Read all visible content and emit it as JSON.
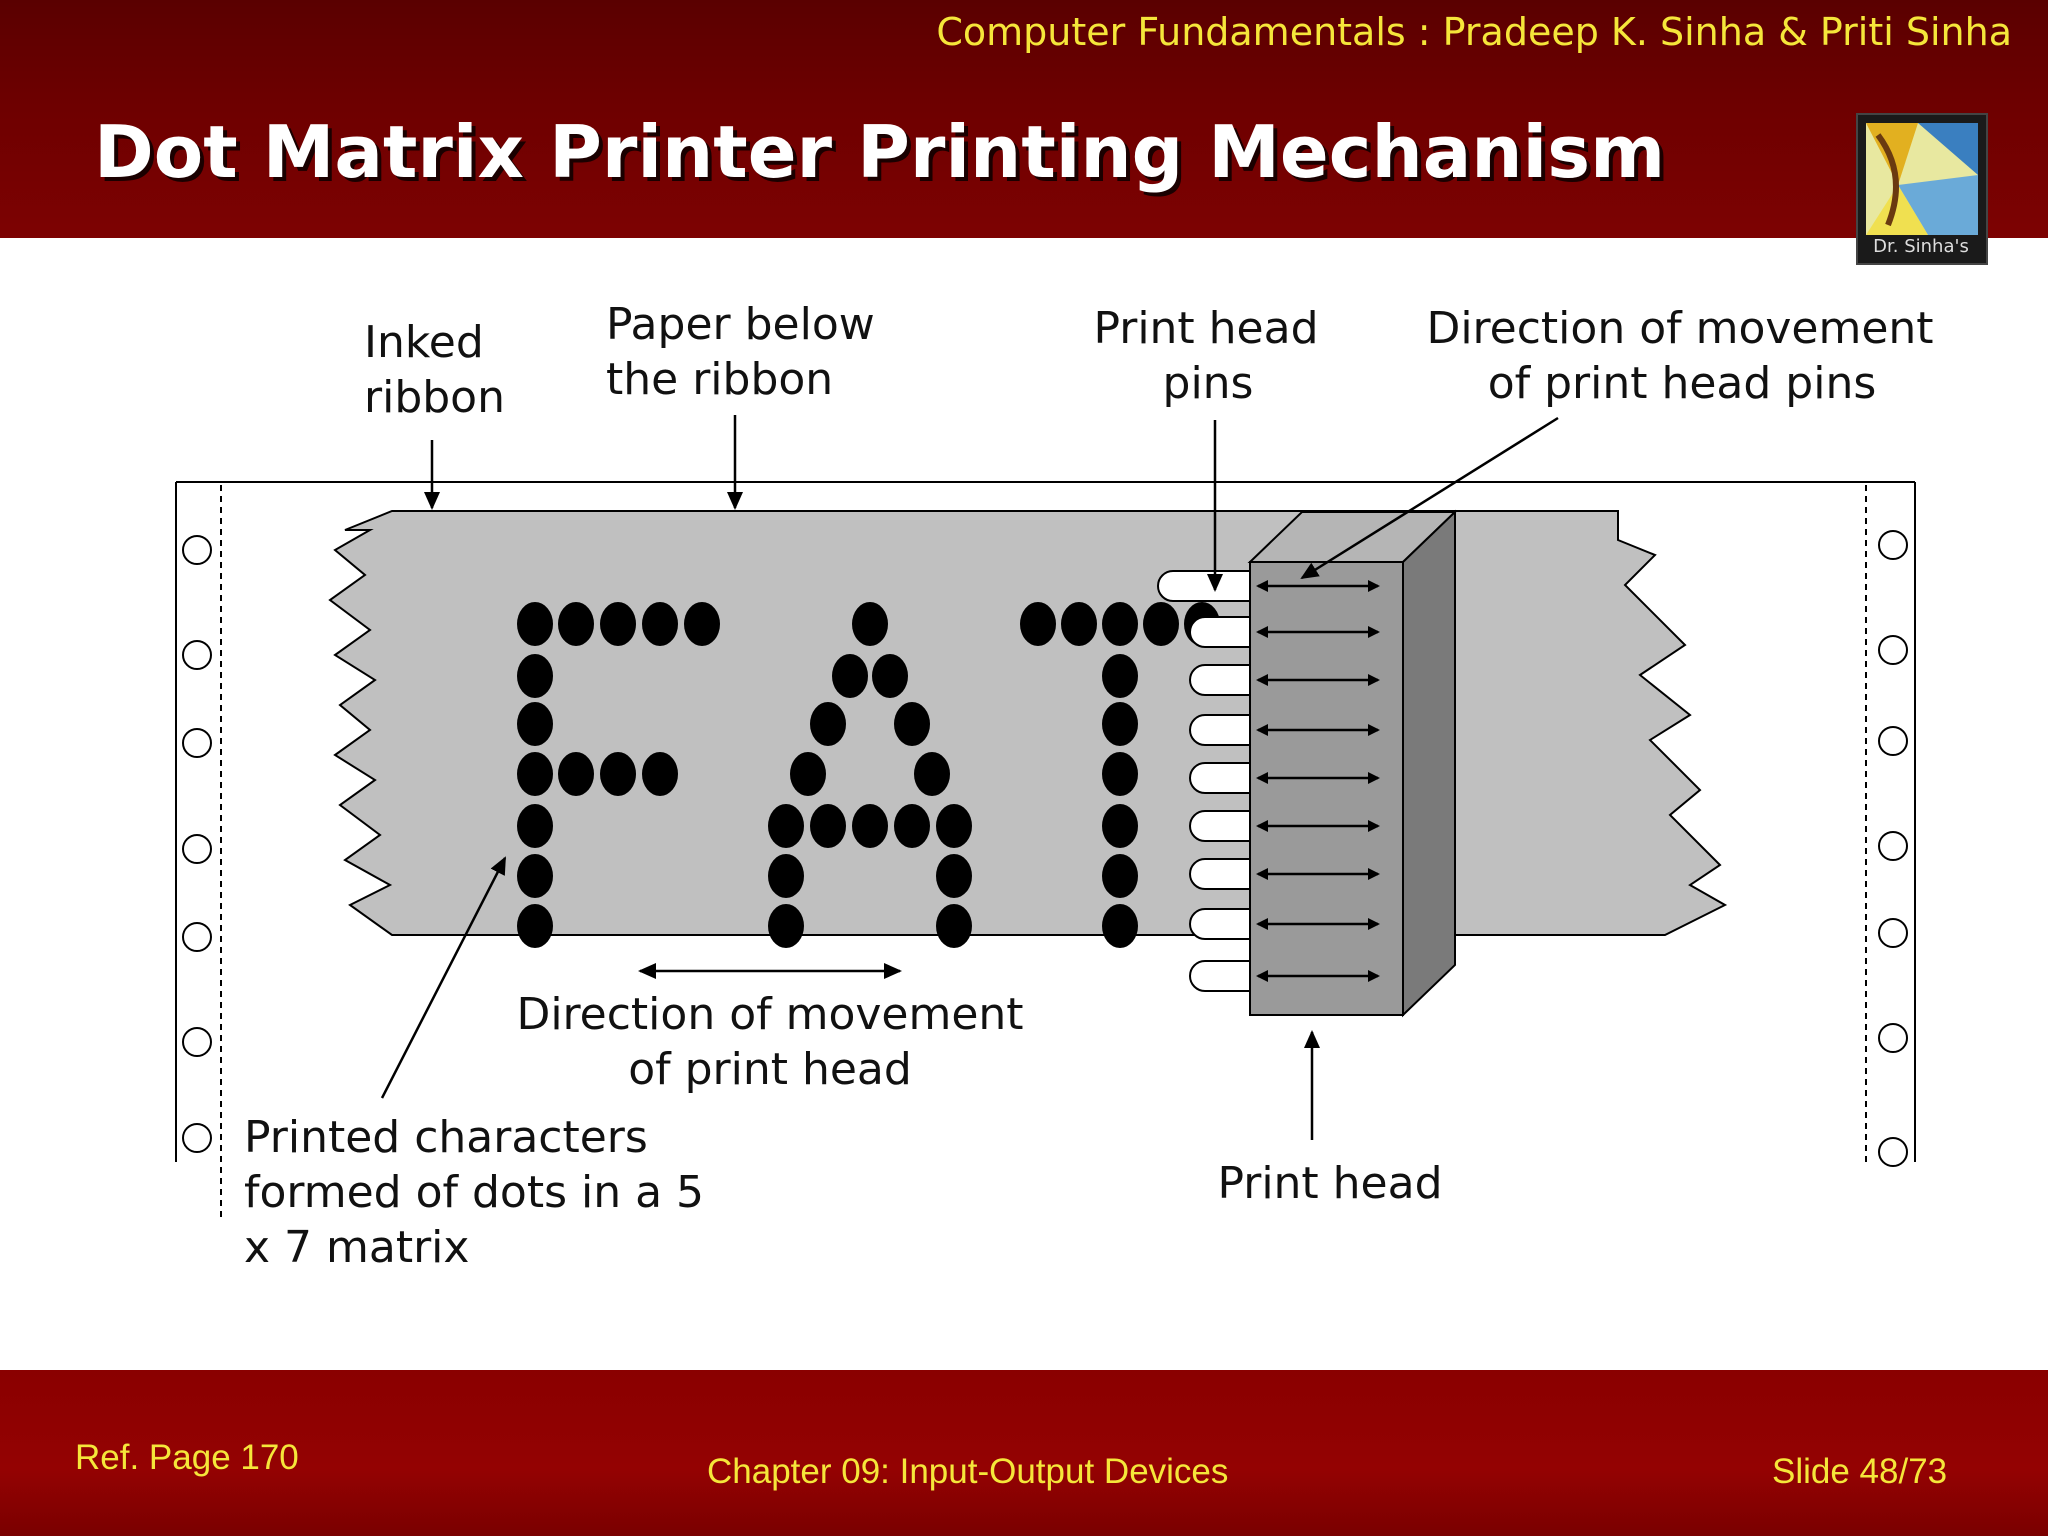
{
  "header": {
    "book": "Computer Fundamentals : Pradeep K. Sinha & Priti Sinha",
    "title": "Dot Matrix Printer Printing Mechanism",
    "logo_text": "Dr. Sinha's"
  },
  "diagram": {
    "labels": {
      "inked_ribbon_1": "Inked",
      "inked_ribbon_2": "ribbon",
      "paper_1": "Paper below",
      "paper_2": "the ribbon",
      "pins_1": "Print head",
      "pins_2": "pins",
      "pin_dir_1": "Direction of movement",
      "pin_dir_2": "of  print head pins",
      "head_dir_1": "Direction of movement",
      "head_dir_2": "of print head",
      "chars_1": "Printed characters",
      "chars_2": "formed of dots in a 5",
      "chars_3": "x 7 matrix",
      "print_head": "Print head"
    }
  },
  "footer": {
    "ref": "Ref. Page 170",
    "chapter": "Chapter 09: Input-Output Devices",
    "slide": "Slide 48/73"
  },
  "colors": {
    "header_bg": "#6e0000",
    "footer_bg": "#940202",
    "accent_text": "#f5e63a",
    "ribbon_gray": "#c0c0c0",
    "head_gray": "#9a9a9a"
  }
}
